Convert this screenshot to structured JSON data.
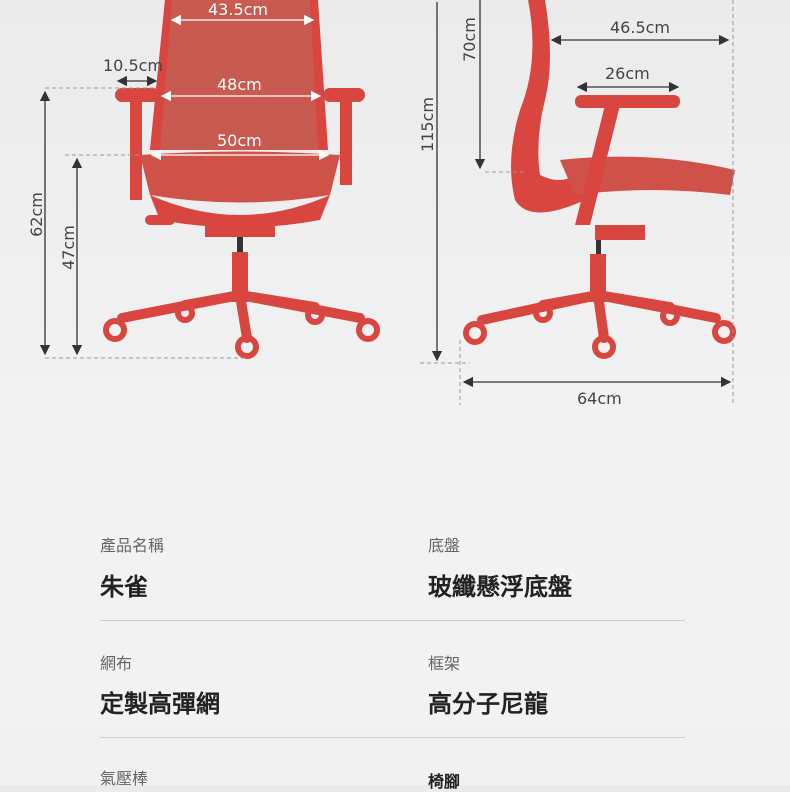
{
  "dimensions": {
    "backrest_width": "43.5cm",
    "armrest_width": "10.5cm",
    "inner_arm_width": "48cm",
    "seat_width": "50cm",
    "armrest_height": "62cm",
    "seat_height": "47cm",
    "total_height": "115cm",
    "backrest_height": "70cm",
    "depth_top": "46.5cm",
    "armrest_length": "26cm",
    "base_depth": "64cm"
  },
  "specs": [
    {
      "label": "產品名稱",
      "value": "朱雀"
    },
    {
      "label": "底盤",
      "value": "玻纖懸浮底盤"
    },
    {
      "label": "網布",
      "value": "定製高彈網"
    },
    {
      "label": "框架",
      "value": "高分子尼龍"
    },
    {
      "label": "氣壓棒",
      "value": ""
    },
    {
      "label": "椅腳",
      "value": ""
    }
  ],
  "colors": {
    "chair": "#d9463f",
    "chair_dark": "#b8332e",
    "mesh": "#c95a50"
  }
}
